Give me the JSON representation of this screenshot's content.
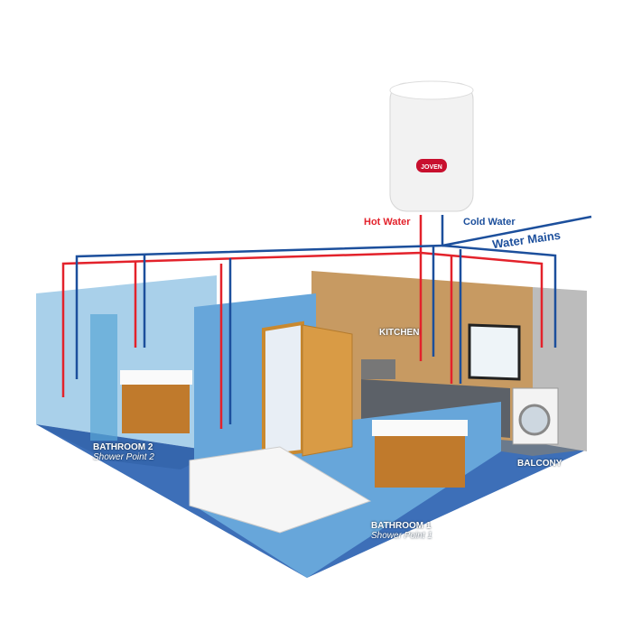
{
  "heater": {
    "brand": "JOVEN"
  },
  "labels": {
    "hot_water": "Hot Water",
    "cold_water": "Cold Water",
    "water_mains": "Water Mains"
  },
  "rooms": {
    "kitchen": "KITCHEN",
    "bathroom2": {
      "name": "BATHROOM 2",
      "sub": "Shower Point 2"
    },
    "bathroom1": {
      "name": "BATHROOM 1",
      "sub": "Shower Point 1"
    },
    "balcony": "BALCONY"
  },
  "colors": {
    "hot": "#e3222b",
    "cold": "#1c4f9c"
  }
}
